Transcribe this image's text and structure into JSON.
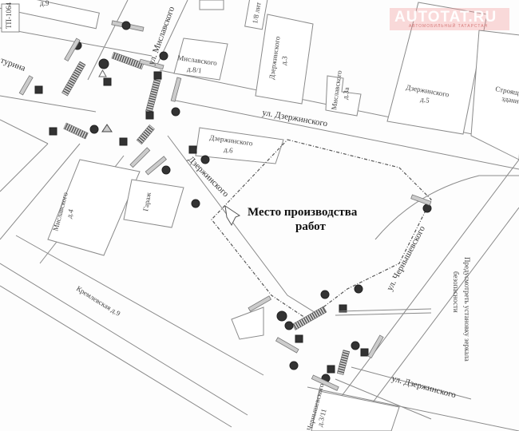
{
  "watermark": {
    "brand": "AUTOTAT.RU",
    "tagline": "АВТОМОБИЛЬНЫЙ ТАТАРСТАН"
  },
  "title": {
    "line1": "Место производства",
    "line2": "работ"
  },
  "streets": {
    "myslavsky": "ул. Миславского",
    "dzerzhinsky_top": "ул. Дзержинского",
    "dzerzhinsky_diag": "Дзержинского",
    "dzerzhinsky_bottom": "ул. Дзержинского",
    "chernyshevsky": "ул. Чернышевского",
    "baturina": "турина"
  },
  "buildings": {
    "tp": "ТП-1064",
    "d9": "д.9",
    "lit": "1/8 лит",
    "mysl81_a": "Миславского",
    "mysl81_b": "д.8/1",
    "dz3_a": "Дзержинского",
    "dz3_b": "д.3",
    "mysl3a_a": "Миславского",
    "mysl3a_b": "д.3а",
    "dz5_a": "Дзержинского",
    "dz5_b": "д.5",
    "str_a": "Строящ",
    "str_b": "здани",
    "dz6_a": "Дзержинского",
    "dz6_b": "д.6",
    "garage": "Гараж",
    "mysl4_a": "Миславского",
    "mysl4_b": "д.4",
    "kreml9": "Кремлевская д.9",
    "chern311_a": "Чернышевского",
    "chern311_b": "д.3/11"
  },
  "note": {
    "line1": "Предусмотреть установку зеркала",
    "line2": "безопасности"
  }
}
